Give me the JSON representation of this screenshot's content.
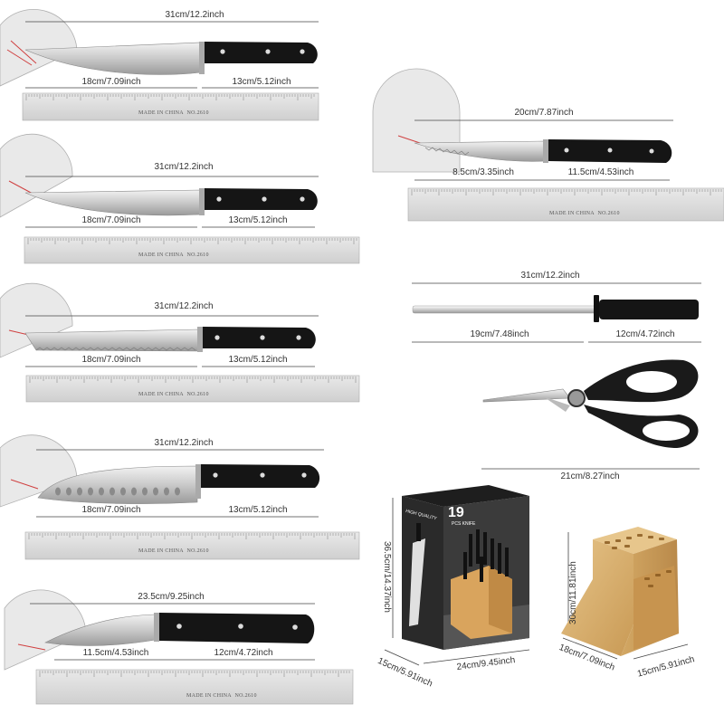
{
  "ruler_text": "MADE IN CHINA",
  "ruler_code": "NO.2610",
  "items": [
    {
      "name": "chef-knife",
      "total": "31cm/12.2inch",
      "blade": "18cm/7.09inch",
      "handle": "13cm/5.12inch"
    },
    {
      "name": "slicing-knife",
      "total": "31cm/12.2inch",
      "blade": "18cm/7.09inch",
      "handle": "13cm/5.12inch"
    },
    {
      "name": "bread-knife",
      "total": "31cm/12.2inch",
      "blade": "18cm/7.09inch",
      "handle": "13cm/5.12inch"
    },
    {
      "name": "santoku-knife",
      "total": "31cm/12.2inch",
      "blade": "18cm/7.09inch",
      "handle": "13cm/5.12inch"
    },
    {
      "name": "utility-knife",
      "total": "23.5cm/9.25inch",
      "blade": "11.5cm/4.53inch",
      "handle": "12cm/4.72inch"
    },
    {
      "name": "steak-knife",
      "total": "20cm/7.87inch",
      "blade": "8.5cm/3.35inch",
      "handle": "11.5cm/4.53inch"
    },
    {
      "name": "sharpening-rod",
      "total": "31cm/12.2inch",
      "blade": "19cm/7.48inch",
      "handle": "12cm/4.72inch"
    }
  ],
  "scissors": {
    "total": "21cm/8.27inch"
  },
  "box": {
    "number": "19",
    "pcs": "PCS KNIFE",
    "brand": "HIGH QUALITY",
    "height": "36.5cm/14.37inch",
    "depth": "15cm/5.91inch",
    "width": "24cm/9.45inch"
  },
  "block": {
    "height": "30cm/11.81inch",
    "width": "18cm/7.09inch",
    "depth": "15cm/5.91inch"
  }
}
